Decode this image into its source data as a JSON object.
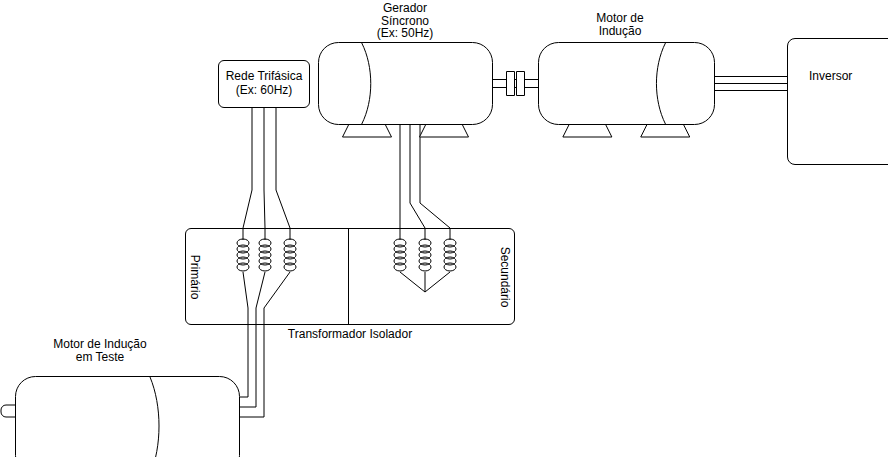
{
  "diagram": {
    "nodes": [
      {
        "text": [
          "Rede Trifásica (Ex: 60Hz)"
        ]
      },
      {
        "text": [
          "Gerador Síncrono (Ex: 50Hz)"
        ]
      },
      {
        "text": [
          "Motor de Indução"
        ]
      },
      {
        "text": [
          "Inversor"
        ]
      },
      {
        "text": [
          "Transformador Isolador"
        ]
      },
      {
        "text": [
          "Primário"
        ],
        "in": 4
      },
      {
        "text": [
          "Secundário"
        ],
        "in": 4
      },
      {
        "text": [
          "Motor de Indução em Teste"
        ]
      }
    ],
    "edges": [
      {
        "from": 0,
        "to": 5,
        "arrow": "none"
      },
      {
        "from": 1,
        "to": 6,
        "arrow": "none"
      },
      {
        "from": 5,
        "to": 7,
        "arrow": "none"
      },
      {
        "from": 1,
        "to": 2,
        "arrow": "none"
      },
      {
        "from": 2,
        "to": 3,
        "arrow": "none"
      }
    ]
  }
}
